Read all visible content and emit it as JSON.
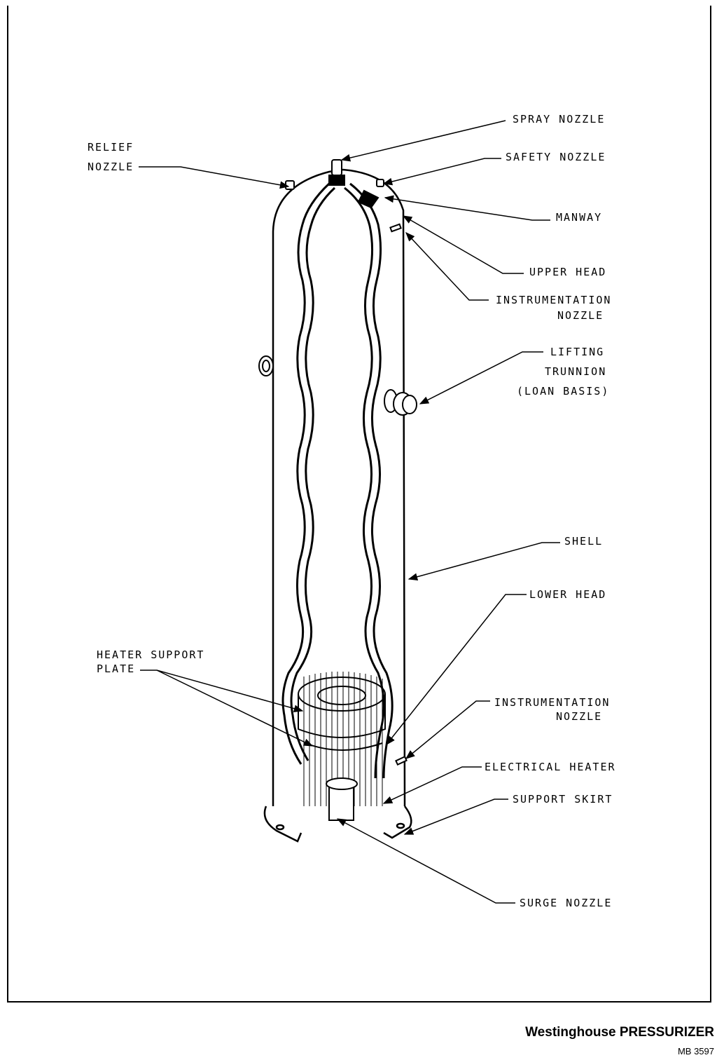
{
  "labels": {
    "spray_nozzle": "SPRAY NOZZLE",
    "relief_nozzle_1": "RELIEF",
    "relief_nozzle_2": "NOZZLE",
    "safety_nozzle": "SAFETY NOZZLE",
    "manway": "MANWAY",
    "upper_head": "UPPER HEAD",
    "instrumentation_upper_1": "INSTRUMENTATION",
    "instrumentation_upper_2": "NOZZLE",
    "lifting_1": "LIFTING",
    "lifting_2": "TRUNNION",
    "lifting_3": "(LOAN BASIS)",
    "shell": "SHELL",
    "lower_head": "LOWER HEAD",
    "heater_support_1": "HEATER SUPPORT",
    "heater_support_2": "PLATE",
    "instrumentation_lower_1": "INSTRUMENTATION",
    "instrumentation_lower_2": "NOZZLE",
    "electrical_heater": "ELECTRICAL HEATER",
    "support_skirt": "SUPPORT SKIRT",
    "surge_nozzle": "SURGE NOZZLE"
  },
  "caption": {
    "title": "Westinghouse PRESSURIZER",
    "id": "MB 3597"
  }
}
